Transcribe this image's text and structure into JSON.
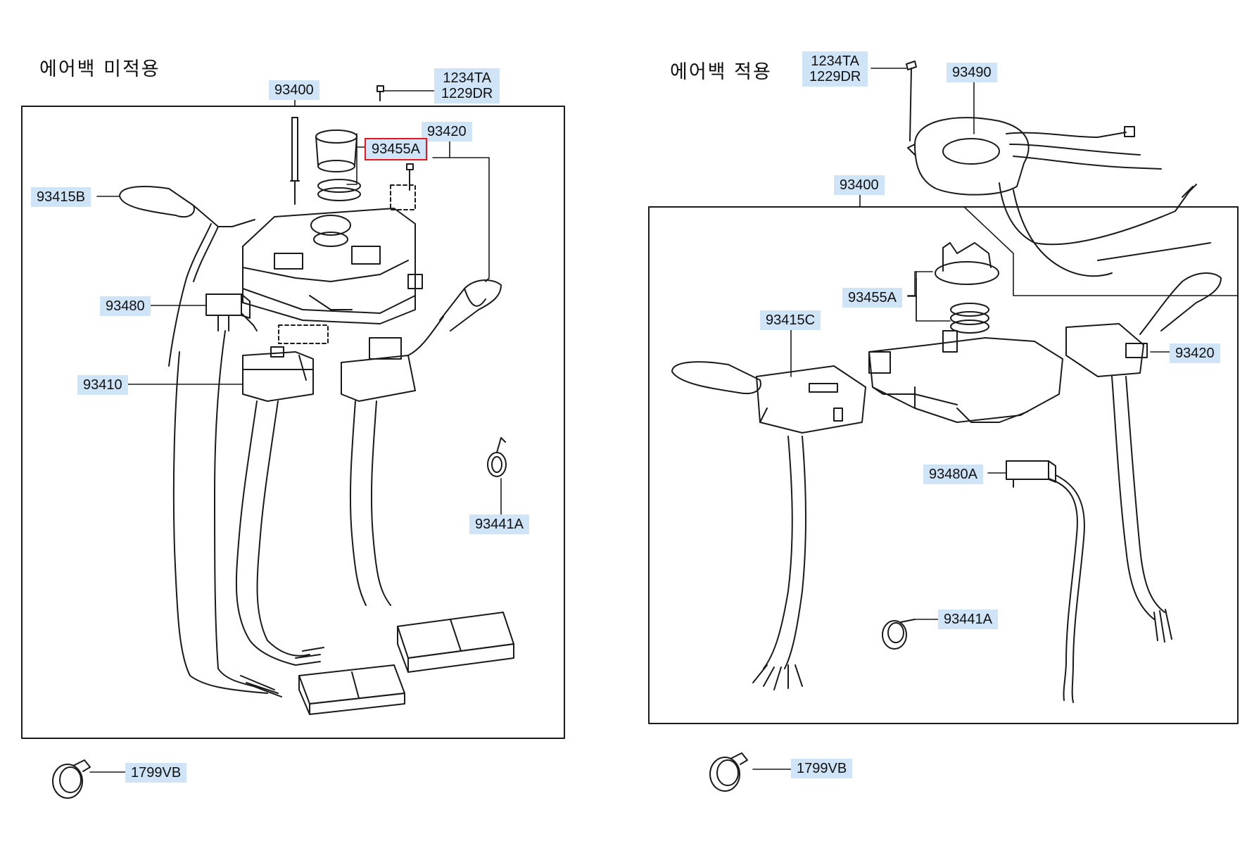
{
  "left_title": "에어백 미적용",
  "right_title": "에어백 적용",
  "left": {
    "93400": "93400",
    "screw_top": "1234TA",
    "screw_bottom": "1229DR",
    "93420": "93420",
    "93455A": "93455A",
    "93415B": "93415B",
    "93480": "93480",
    "93410": "93410",
    "93441A": "93441A",
    "1799VB": "1799VB"
  },
  "right": {
    "screw_top": "1234TA",
    "screw_bottom": "1229DR",
    "93490": "93490",
    "93400": "93400",
    "93455A": "93455A",
    "93415C": "93415C",
    "93420": "93420",
    "93480A": "93480A",
    "93441A": "93441A",
    "1799VB": "1799VB"
  },
  "highlight_color": "#e8161c",
  "label_bg_color": "#cfe4f7"
}
